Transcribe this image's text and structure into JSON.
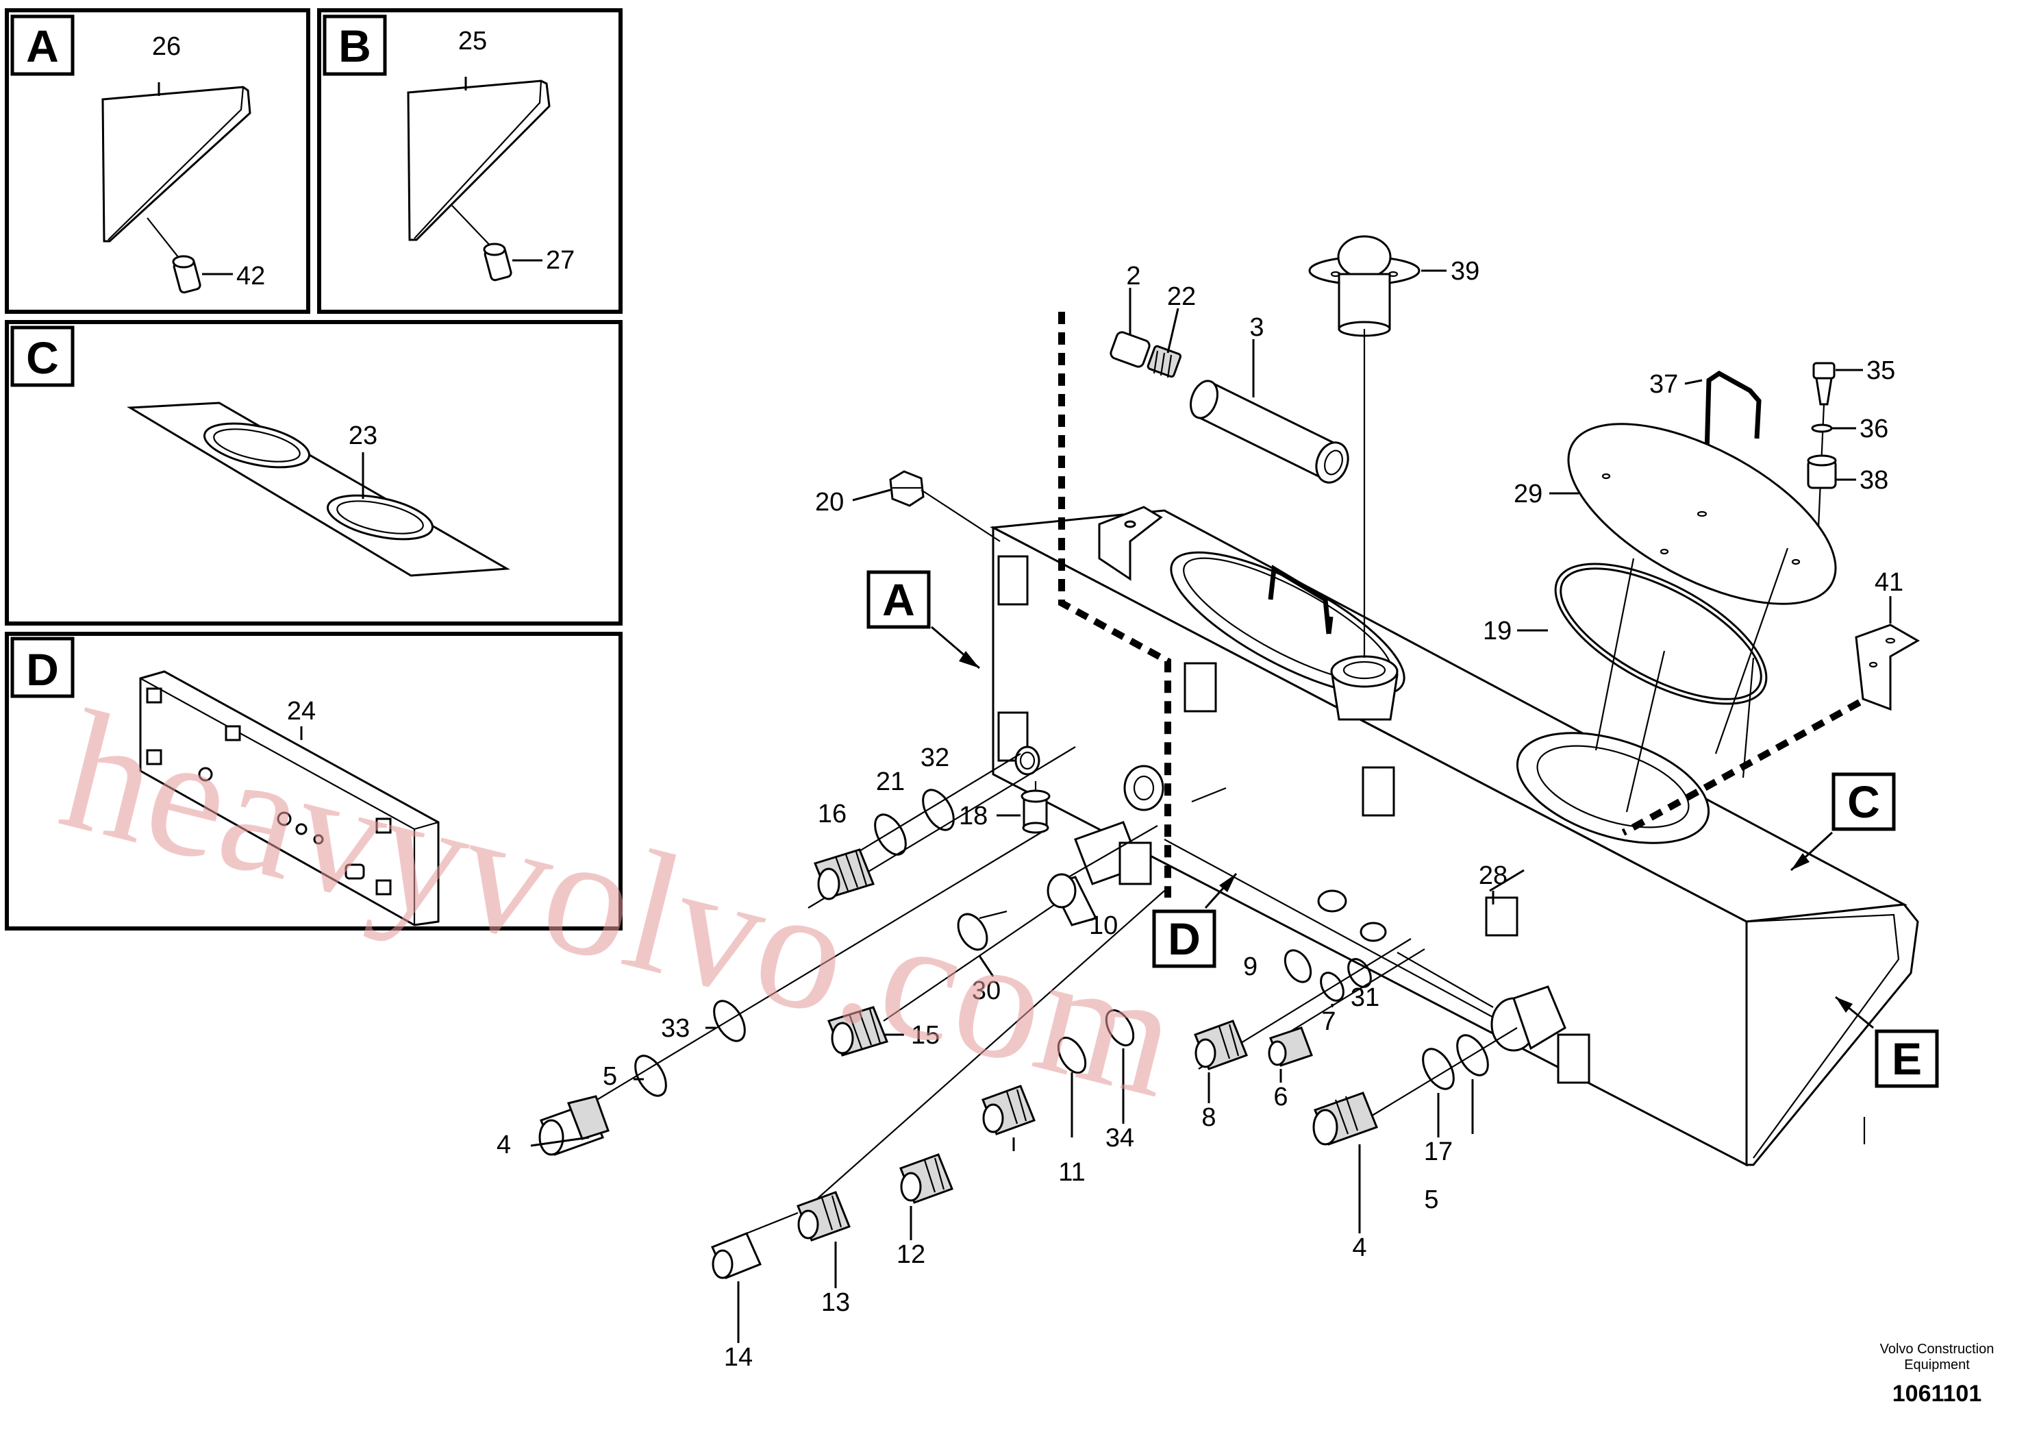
{
  "inset_panels": [
    {
      "letter": "A",
      "parts": [
        "26",
        "42"
      ]
    },
    {
      "letter": "B",
      "parts": [
        "25",
        "27"
      ]
    },
    {
      "letter": "C",
      "parts": [
        "23"
      ]
    },
    {
      "letter": "D",
      "parts": [
        "24"
      ]
    }
  ],
  "callout_letters": [
    "A",
    "C",
    "D",
    "E"
  ],
  "part_labels": [
    "2",
    "22",
    "3",
    "39",
    "35",
    "37",
    "36",
    "29",
    "38",
    "20",
    "19",
    "41",
    "21",
    "32",
    "16",
    "18",
    "10",
    "28",
    "30",
    "9",
    "31",
    "33",
    "15",
    "7",
    "5",
    "34",
    "8",
    "6",
    "4",
    "11",
    "17",
    "12",
    "13",
    "14"
  ],
  "watermark": "heavyvolvo.com",
  "credit": {
    "line1": "Volvo Construction",
    "line2": "Equipment",
    "number": "1061101"
  }
}
